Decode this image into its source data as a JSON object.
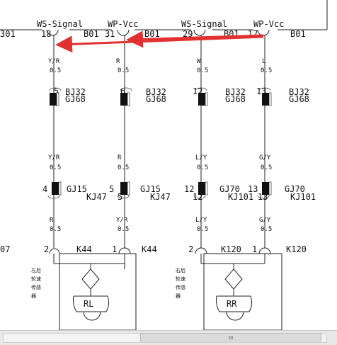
{
  "signals": {
    "ws_left": "WS-Signal",
    "wp_left": "WP-Vcc",
    "ws_right": "WS-Signal",
    "wp_right": "WP-Vcc"
  },
  "header_pins": {
    "left_edge": "301",
    "p1": "18",
    "p1_conn": "B01",
    "p2": "31",
    "p2_conn": "B01",
    "p3": "29",
    "p3_conn": "B01",
    "p4": "17",
    "p4_conn": "B01"
  },
  "columns": [
    {
      "wire_top": "Y/R",
      "size_top": "0.5",
      "pin_a": "5",
      "conn_a1": "BJ32",
      "conn_a2": "GJ68",
      "wire_mid": "Y/R",
      "size_mid": "0.5",
      "pin_b": "4",
      "conn_b1": "GJ15",
      "conn_b2": "KJ47",
      "pin_b2": "",
      "wire_bot": "R",
      "size_bot": "0.5"
    },
    {
      "wire_top": "R",
      "size_top": "0.5",
      "pin_a": "6",
      "conn_a1": "BJ32",
      "conn_a2": "GJ68",
      "wire_mid": "R",
      "size_mid": "0.5",
      "pin_b": "5",
      "conn_b1": "GJ15",
      "conn_b2": "KJ47",
      "pin_b2": "5",
      "wire_bot": "Y/R",
      "size_bot": "0.5"
    },
    {
      "wire_top": "W",
      "size_top": "0.5",
      "pin_a": "12",
      "conn_a1": "BJ32",
      "conn_a2": "GJ68",
      "wire_mid": "L/Y",
      "size_mid": "0.5",
      "pin_b": "12",
      "conn_b1": "GJ70",
      "conn_b2": "KJ101",
      "pin_b2": "12",
      "wire_bot": "L/Y",
      "size_bot": "0.5"
    },
    {
      "wire_top": "L",
      "size_top": "0.5",
      "pin_a": "13",
      "conn_a1": "BJ32",
      "conn_a2": "GJ68",
      "wire_mid": "G/Y",
      "size_mid": "0.5",
      "pin_b": "13",
      "conn_b1": "GJ70",
      "conn_b2": "KJ101",
      "pin_b2": "13",
      "wire_bot": "G/Y",
      "size_bot": "0.5"
    }
  ],
  "bottom": {
    "left_edge": "07",
    "k44_pin2": "2",
    "k44_pin1": "1",
    "k44_a": "K44",
    "k44_b": "K44",
    "k120_pin2": "2",
    "k120_pin1": "1",
    "k120_a": "K120",
    "k120_b": "K120"
  },
  "sensors": {
    "left_caption": [
      "左后",
      "轮速",
      "传感",
      "器"
    ],
    "left_label": "RL",
    "right_caption": [
      "右后",
      "轮速",
      "传感",
      "器"
    ],
    "right_label": "RR"
  },
  "scrollbar": {
    "grip": "III"
  },
  "colors": {
    "annotation_arrow": "#e03030",
    "line": "#222222"
  }
}
